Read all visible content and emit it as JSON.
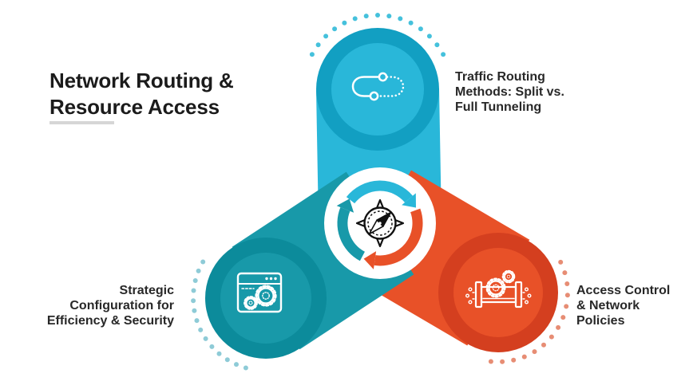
{
  "page": {
    "background_color": "#ffffff",
    "kind": "infographic"
  },
  "header": {
    "title": "Network Routing &\nResource Access",
    "rule_color": "#d6d6d6"
  },
  "center": {
    "icon": "compass-cycle-icon",
    "circle_color": "#ffffff",
    "compass_color": "#111111"
  },
  "diagram": {
    "nodes": [
      {
        "id": "top",
        "label": "Traffic Routing\nMethods: Split vs.\nFull Tunneling",
        "icon": "route-path-icon",
        "color_base": "#29b7d9",
        "color_ring": "#129fc2",
        "dot_color": "#45c1dc"
      },
      {
        "id": "bottom-left",
        "label": "Strategic\nConfiguration for\nEfficiency & Security",
        "icon": "browser-gears-icon",
        "color_base": "#1899a9",
        "color_ring": "#0c8b9b",
        "dot_color": "#8ecbd7"
      },
      {
        "id": "bottom-right",
        "label": "Access Control\n& Network\nPolicies",
        "icon": "pipeline-gears-icon",
        "color_base": "#e85128",
        "color_ring": "#d43f1f",
        "dot_color": "#e78d74"
      }
    ]
  }
}
